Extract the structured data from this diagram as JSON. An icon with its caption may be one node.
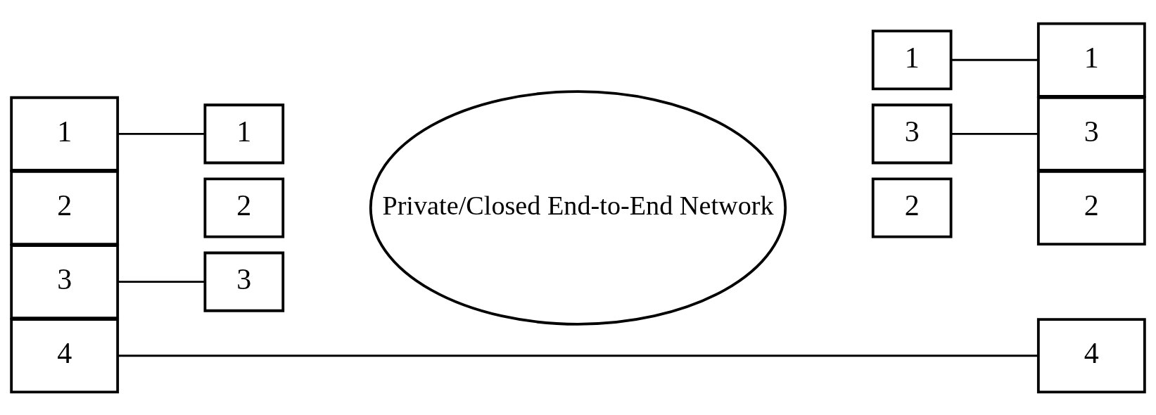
{
  "diagram": {
    "nodes": [
      {
        "text": [
          "4"
        ]
      },
      {
        "text": [
          "3"
        ]
      },
      {
        "text": [
          "2"
        ]
      },
      {
        "text": [
          "1"
        ]
      },
      {
        "text": [
          "3"
        ]
      },
      {
        "text": [
          "2"
        ]
      },
      {
        "text": [
          "1"
        ]
      },
      {
        "text": [
          "Private/Closed End-to-End Network"
        ]
      },
      {
        "text": [
          "3"
        ]
      },
      {
        "text": [
          "2"
        ]
      },
      {
        "text": [
          "1"
        ]
      },
      {
        "text": [
          "4"
        ]
      },
      {
        "text": [
          "3"
        ]
      },
      {
        "text": [
          "2"
        ]
      },
      {
        "text": [
          "1"
        ]
      }
    ],
    "edges": [
      {
        "from": 0,
        "to": 11,
        "arrow": "none"
      },
      {
        "from": 1,
        "to": 4,
        "arrow": "none"
      },
      {
        "from": 8,
        "to": 12,
        "arrow": "none"
      },
      {
        "from": 3,
        "to": 6,
        "arrow": "none"
      },
      {
        "from": 10,
        "to": 14,
        "arrow": "none"
      }
    ]
  }
}
